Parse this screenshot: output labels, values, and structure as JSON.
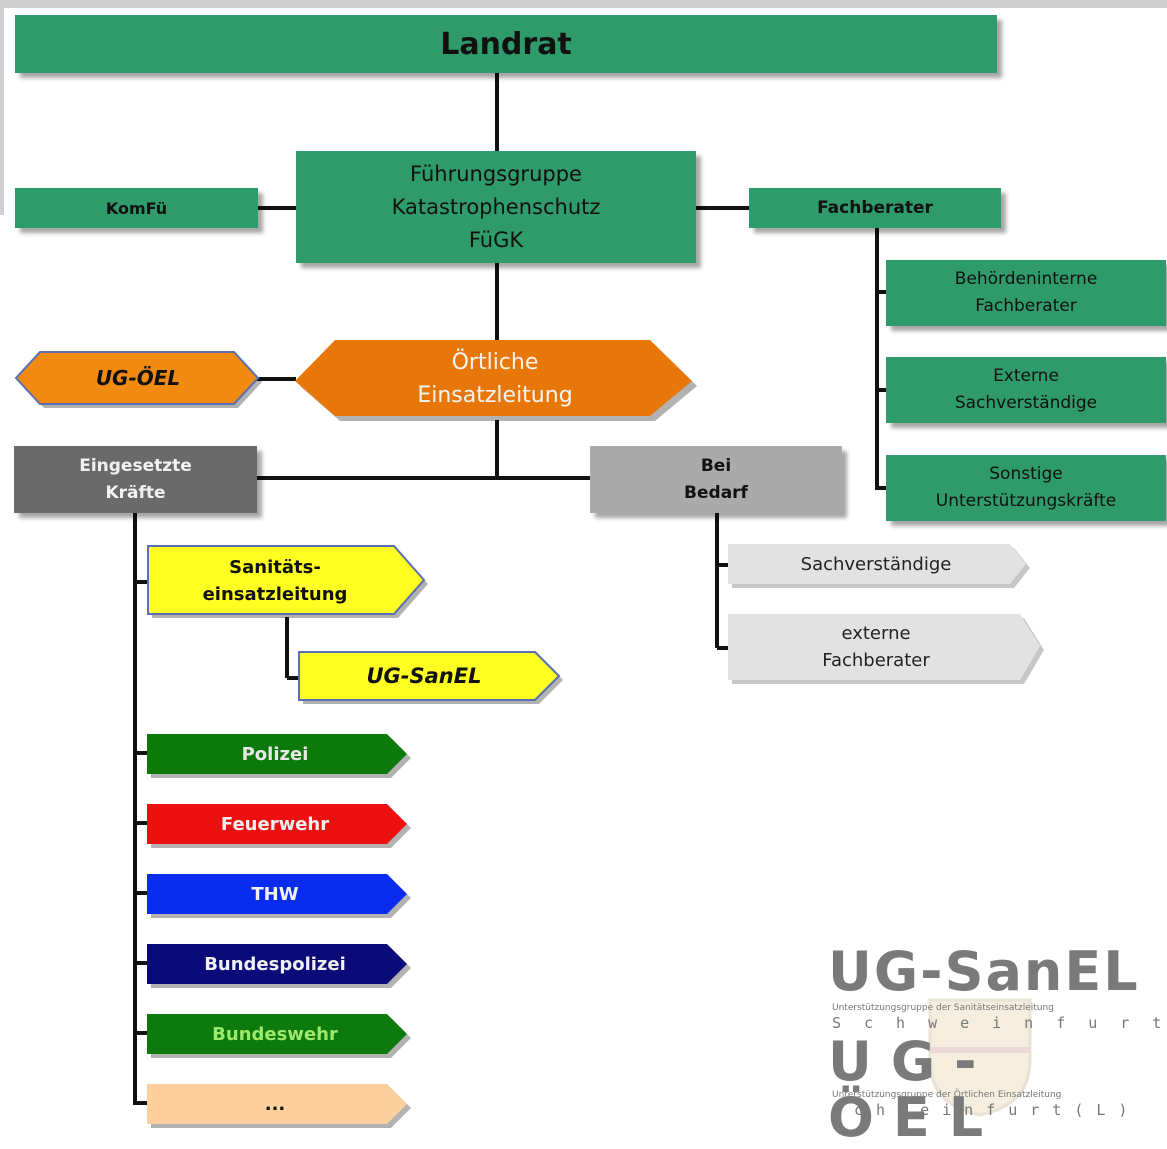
{
  "landrat": "Landrat",
  "fuegk": "Führungsgruppe\nKatastrophenschutz\nFüGK",
  "komfue": "KomFü",
  "fachberater": "Fachberater",
  "fachberater_children": [
    "Behördeninterne\nFachberater",
    "Externe\nSachverständige",
    "Sonstige\nUnterstützungskräfte"
  ],
  "oertliche": "Örtliche\nEinsatzleitung",
  "ug_oel": "UG-ÖEL",
  "eingesetzte": "Eingesetzte\nKräfte",
  "bei_bedarf": "Bei\nBedarf",
  "bedarf_children": [
    "Sachverständige",
    "externe\nFachberater"
  ],
  "sanitaets": "Sanitäts-\neinsatzleitung",
  "ug_sanel": "UG-SanEL",
  "forces": [
    {
      "label": "Polizei",
      "color": "#0b7a0b",
      "text": "#e8e8e8"
    },
    {
      "label": "Feuerwehr",
      "color": "#ec1010",
      "text": "#f0f0f0"
    },
    {
      "label": "THW",
      "color": "#0a2cf0",
      "text": "#f0f0f0"
    },
    {
      "label": "Bundespolizei",
      "color": "#0a0a78",
      "text": "#f0f0f0"
    },
    {
      "label": "Bundeswehr",
      "color": "#0c7a0c",
      "text": "#9ee86b"
    },
    {
      "label": "...",
      "color": "#fccf9c",
      "text": "#111111"
    }
  ],
  "logo": {
    "ug_sanel": "UG-SanEL",
    "ug_sanel_sub": "Unterstützungsgruppe der Sanitätseinsatzleitung",
    "city1": "Schweinfurt",
    "ug_oel": "UG-ÖEL",
    "ug_oel_sub": "Unterstützungsgruppe der Örtlichen Einsatzleitung",
    "city2": "Schweinfurt(L)"
  },
  "colors": {
    "green": "#2f9a6a",
    "orange": "#e8770a",
    "gray_dark": "#6a6a6a",
    "gray_light": "#aaaaaa",
    "gray_pale": "#e2e2e2",
    "yellow": "#ffff22"
  }
}
